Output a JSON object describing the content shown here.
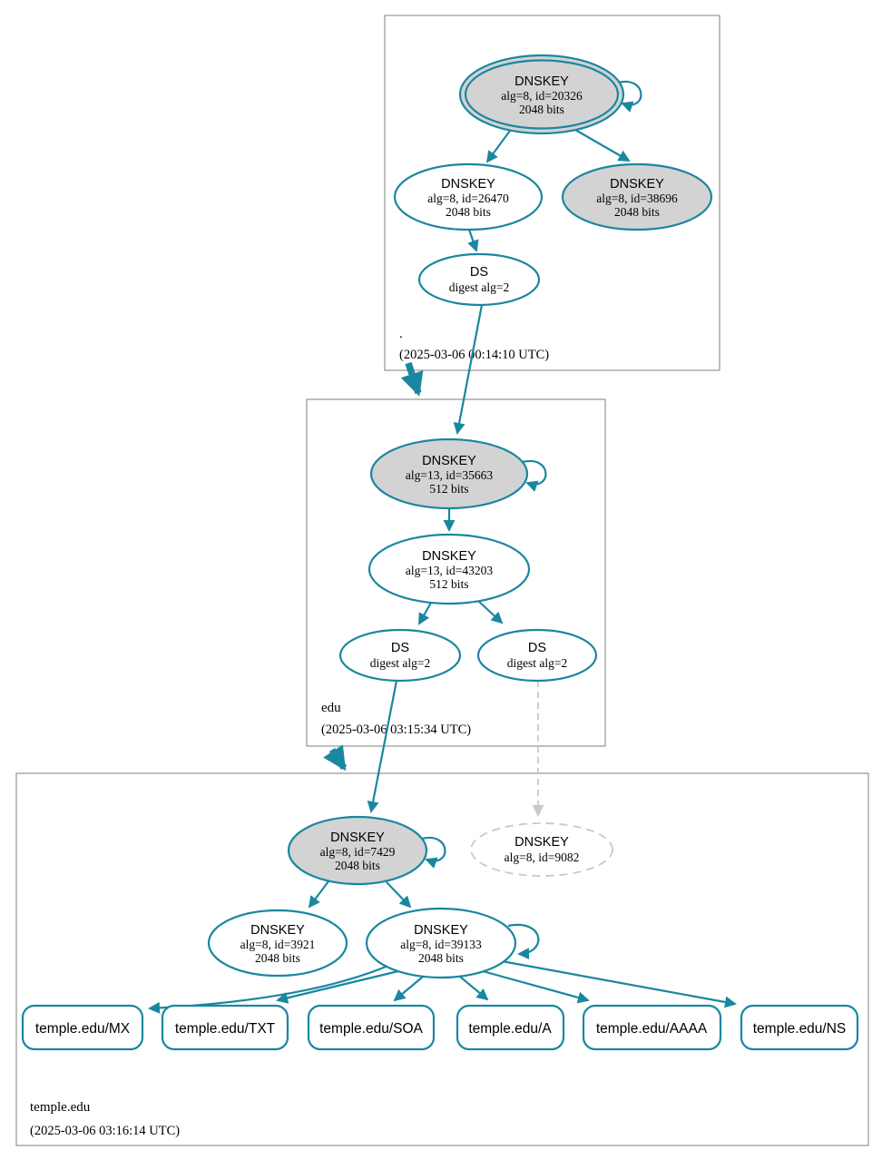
{
  "diagram": {
    "type": "dnssec-authentication-chain",
    "colors": {
      "secure_teal": "#1a87a0",
      "ksk_fill_gray": "#d3d3d3",
      "node_fill_white": "#ffffff",
      "dashed_gray": "#c9c9c9",
      "cluster_border_gray": "#7f7f7f"
    },
    "zones": {
      "root": {
        "label": ".",
        "timestamp": "(2025-03-06 00:14:10 UTC)",
        "nodes": {
          "ksk": {
            "title": "DNSKEY",
            "alg": "alg=8, id=20326",
            "bits": "2048 bits"
          },
          "zsk": {
            "title": "DNSKEY",
            "alg": "alg=8, id=26470",
            "bits": "2048 bits"
          },
          "standby": {
            "title": "DNSKEY",
            "alg": "alg=8, id=38696",
            "bits": "2048 bits"
          },
          "ds": {
            "title": "DS",
            "digest": "digest alg=2"
          }
        }
      },
      "edu": {
        "label": "edu",
        "timestamp": "(2025-03-06 03:15:34 UTC)",
        "nodes": {
          "ksk": {
            "title": "DNSKEY",
            "alg": "alg=13, id=35663",
            "bits": "512 bits"
          },
          "zsk": {
            "title": "DNSKEY",
            "alg": "alg=13, id=43203",
            "bits": "512 bits"
          },
          "ds_left": {
            "title": "DS",
            "digest": "digest alg=2"
          },
          "ds_right": {
            "title": "DS",
            "digest": "digest alg=2"
          }
        }
      },
      "temple": {
        "label": "temple.edu",
        "timestamp": "(2025-03-06 03:16:14 UTC)",
        "nodes": {
          "ksk": {
            "title": "DNSKEY",
            "alg": "alg=8, id=7429",
            "bits": "2048 bits"
          },
          "missing": {
            "title": "DNSKEY",
            "alg": "alg=8, id=9082"
          },
          "key2": {
            "title": "DNSKEY",
            "alg": "alg=8, id=3921",
            "bits": "2048 bits"
          },
          "zsk": {
            "title": "DNSKEY",
            "alg": "alg=8, id=39133",
            "bits": "2048 bits"
          },
          "rrsets": [
            {
              "label": "temple.edu/MX"
            },
            {
              "label": "temple.edu/TXT"
            },
            {
              "label": "temple.edu/SOA"
            },
            {
              "label": "temple.edu/A"
            },
            {
              "label": "temple.edu/AAAA"
            },
            {
              "label": "temple.edu/NS"
            }
          ]
        }
      }
    }
  }
}
